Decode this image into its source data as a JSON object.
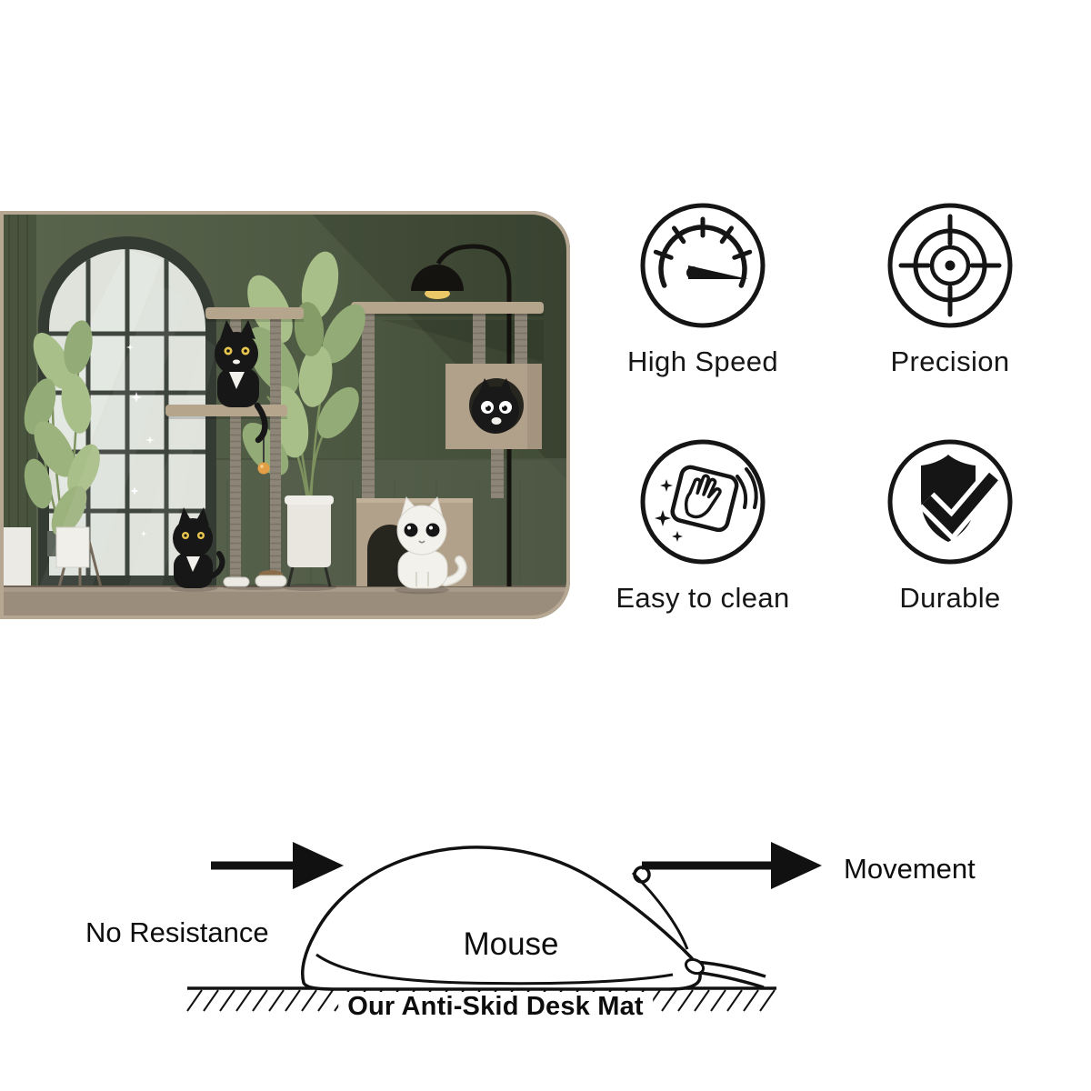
{
  "deskmat": {
    "description": "Illustrated cat-themed desk mat: green room with arched window, plants, cat trees, two black cats, a black cat peeking from a box, a white cat by a cat house and an arc floor lamp",
    "colors": {
      "wall_green": "#55614a",
      "wall_green_dark": "#3f4936",
      "floor_tan": "#9a8d7b",
      "wood_tan": "#b6a58d",
      "cat_black": "#171717",
      "cat_white": "#f2f1ec",
      "eye_yellow": "#e8c64f",
      "leaf_green": "#a9bf8a",
      "toy_orange": "#e29f45",
      "edge_tan": "#b5a792"
    }
  },
  "features": {
    "items": [
      {
        "label": "High Speed",
        "icon": "speedometer-icon"
      },
      {
        "label": "Precision",
        "icon": "crosshair-icon"
      },
      {
        "label": "Easy to clean",
        "icon": "cleaning-hand-icon"
      },
      {
        "label": "Durable",
        "icon": "shield-check-icon"
      }
    ]
  },
  "diagram": {
    "no_resistance_label": "No Resistance",
    "movement_label": "Movement",
    "mouse_label": "Mouse",
    "caption": "Our Anti-Skid Desk Mat"
  }
}
